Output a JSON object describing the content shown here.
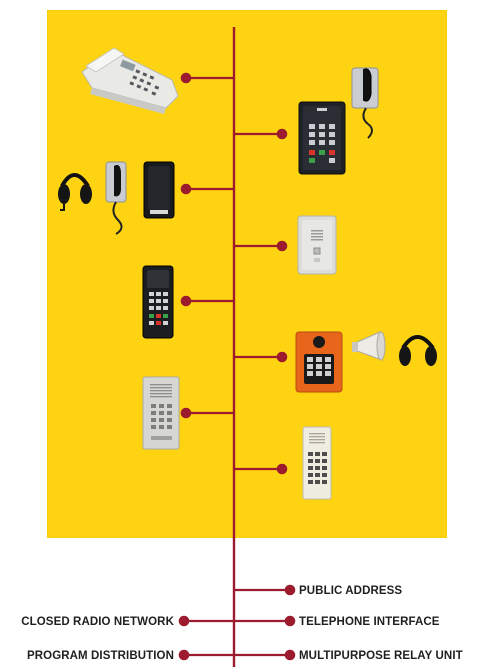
{
  "colors": {
    "panel": "#fed312",
    "bus_line": "#9c1b2e",
    "label_text": "#1f1f1f"
  },
  "devices": [
    {
      "name": "desk-telephone-icon"
    },
    {
      "name": "wall-handset-terminal-icon"
    },
    {
      "name": "headset-handset-terminal-icon"
    },
    {
      "name": "flush-speaker-panel-icon"
    },
    {
      "name": "flush-keypad-terminal-icon"
    },
    {
      "name": "orange-industrial-terminal-with-horn-and-headset-icon"
    },
    {
      "name": "grille-keypad-panel-icon"
    },
    {
      "name": "beige-keypad-intercom-icon"
    }
  ],
  "interfaces": {
    "right": [
      "PUBLIC ADDRESS",
      "TELEPHONE INTERFACE",
      "MULTIPURPOSE RELAY UNIT"
    ],
    "left": [
      "CLOSED RADIO NETWORK",
      "PROGRAM DISTRIBUTION"
    ]
  }
}
